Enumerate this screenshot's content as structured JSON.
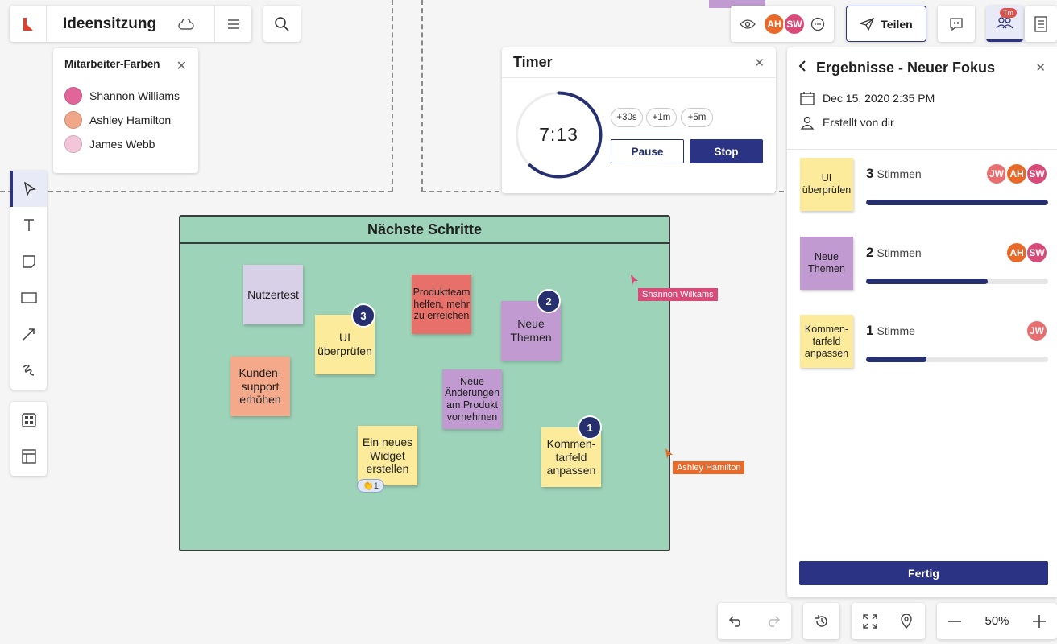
{
  "header": {
    "title": "Ideensitzung"
  },
  "collaborators_panel": {
    "title": "Mitarbeiter-Farben",
    "members": [
      {
        "name": "Shannon Williams",
        "color": "#e0669a"
      },
      {
        "name": "Ashley Hamilton",
        "color": "#f0a688"
      },
      {
        "name": "James Webb",
        "color": "#f3c5d8"
      }
    ]
  },
  "frame": {
    "title": "Nächste Schritte",
    "notes": [
      {
        "text": "Nutzertest",
        "color": "#d7d0e6"
      },
      {
        "text": "Kunden-support erhöhen",
        "color": "#f3a98a"
      },
      {
        "text": "UI überprüfen",
        "color": "#fbeb9a",
        "badge": "3"
      },
      {
        "text": "Produktteam helfen, mehr zu erreichen",
        "color": "#e8706a"
      },
      {
        "text": "Neue Themen",
        "color": "#c09ad0",
        "badge": "2"
      },
      {
        "text": "Neue Änderungen am Produkt vornehmen",
        "color": "#c09ad0"
      },
      {
        "text": "Ein neues Widget erstellen",
        "color": "#fbeb9a",
        "reaction": "👏1"
      },
      {
        "text": "Kommen-tarfeld anpassen",
        "color": "#fbeb9a",
        "badge": "1"
      }
    ]
  },
  "cursors": [
    {
      "name": "Shannon Wilkams",
      "color": "#d84a78"
    },
    {
      "name": "Ashley Hamilton",
      "color": "#e86a2a"
    }
  ],
  "timer": {
    "title": "Timer",
    "value": "7:13",
    "progress": 0.62,
    "add_buttons": [
      "+30s",
      "+1m",
      "+5m"
    ],
    "pause_label": "Pause",
    "stop_label": "Stop"
  },
  "presence": {
    "avatars": [
      {
        "initials": "AH",
        "color": "#e86a2a"
      },
      {
        "initials": "SW",
        "color": "#d84a78"
      }
    ]
  },
  "share": {
    "label": "Teilen"
  },
  "users_badge": "Tm",
  "results": {
    "title": "Ergebnisse - Neuer Fokus",
    "date": "Dec 15, 2020 2:35 PM",
    "created_by": "Erstellt von dir",
    "items": [
      {
        "note": "UI überprüfen",
        "color": "#fbeb9a",
        "count": "3",
        "label": "Stimmen",
        "fraction": 1.0,
        "avatars": [
          {
            "initials": "JW",
            "color": "#e86f6f"
          },
          {
            "initials": "AH",
            "color": "#e86a2a"
          },
          {
            "initials": "SW",
            "color": "#d84a78"
          }
        ]
      },
      {
        "note": "Neue Themen",
        "color": "#c09ad0",
        "count": "2",
        "label": "Stimmen",
        "fraction": 0.67,
        "avatars": [
          {
            "initials": "AH",
            "color": "#e86a2a"
          },
          {
            "initials": "SW",
            "color": "#d84a78"
          }
        ]
      },
      {
        "note": "Kommen-tarfeld anpassen",
        "color": "#fbeb9a",
        "count": "1",
        "label": "Stimme",
        "fraction": 0.33,
        "avatars": [
          {
            "initials": "JW",
            "color": "#e86f6f"
          }
        ]
      }
    ],
    "done_label": "Fertig"
  },
  "zoom": {
    "value": "50%"
  }
}
